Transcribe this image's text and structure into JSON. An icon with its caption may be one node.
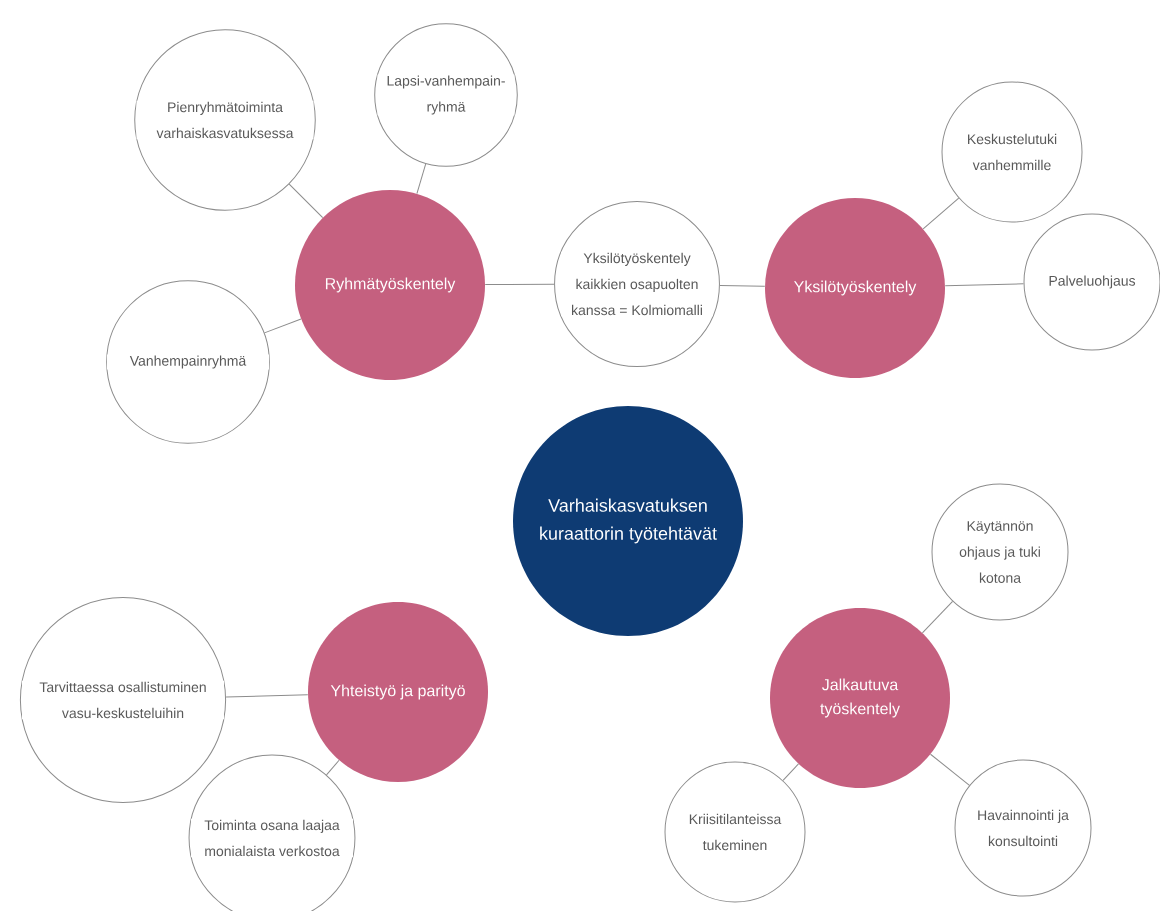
{
  "diagram": {
    "nodes": [
      {
        "text": [
          "Varhaiskasvatuksen kuraattorin työtehtävät"
        ]
      },
      {
        "text": [
          "Ryhmätyöskentely"
        ]
      },
      {
        "text": [
          "Pienryhmätoiminta varhaiskasvatuksessa"
        ]
      },
      {
        "text": [
          "Lapsi-vanhempain-ryhmä"
        ]
      },
      {
        "text": [
          "Vanhempainryhmä"
        ]
      },
      {
        "text": [
          "Yksilötyöskentely kaikkien osapuolten kanssa = Kolmiomalli"
        ]
      },
      {
        "text": [
          "Yksilötyöskentely"
        ]
      },
      {
        "text": [
          "Keskustelutuki vanhemmille"
        ]
      },
      {
        "text": [
          "Palveluohjaus"
        ]
      },
      {
        "text": [
          "Yhteistyö ja parityö"
        ]
      },
      {
        "text": [
          "Tarvittaessa osallistuminen vasu-keskusteluihin"
        ]
      },
      {
        "text": [
          "Toiminta osana laajaa monialaista verkostoa"
        ]
      },
      {
        "text": [
          "Jalkautuva työskentely"
        ]
      },
      {
        "text": [
          "Käytännön ohjaus ja tuki kotona"
        ]
      },
      {
        "text": [
          "Kriisitilanteissa tukeminen"
        ]
      },
      {
        "text": [
          "Havainnointi ja konsultointi"
        ]
      }
    ],
    "edges": [
      {
        "from": 1,
        "to": 2,
        "arrow": "none"
      },
      {
        "from": 1,
        "to": 3,
        "arrow": "none"
      },
      {
        "from": 1,
        "to": 4,
        "arrow": "none"
      },
      {
        "from": 1,
        "to": 5,
        "arrow": "none"
      },
      {
        "from": 5,
        "to": 6,
        "arrow": "none"
      },
      {
        "from": 6,
        "to": 7,
        "arrow": "none"
      },
      {
        "from": 6,
        "to": 8,
        "arrow": "none"
      },
      {
        "from": 9,
        "to": 10,
        "arrow": "none"
      },
      {
        "from": 9,
        "to": 11,
        "arrow": "none"
      },
      {
        "from": 12,
        "to": 13,
        "arrow": "none"
      },
      {
        "from": 12,
        "to": 14,
        "arrow": "none"
      },
      {
        "from": 12,
        "to": 15,
        "arrow": "none"
      }
    ]
  }
}
